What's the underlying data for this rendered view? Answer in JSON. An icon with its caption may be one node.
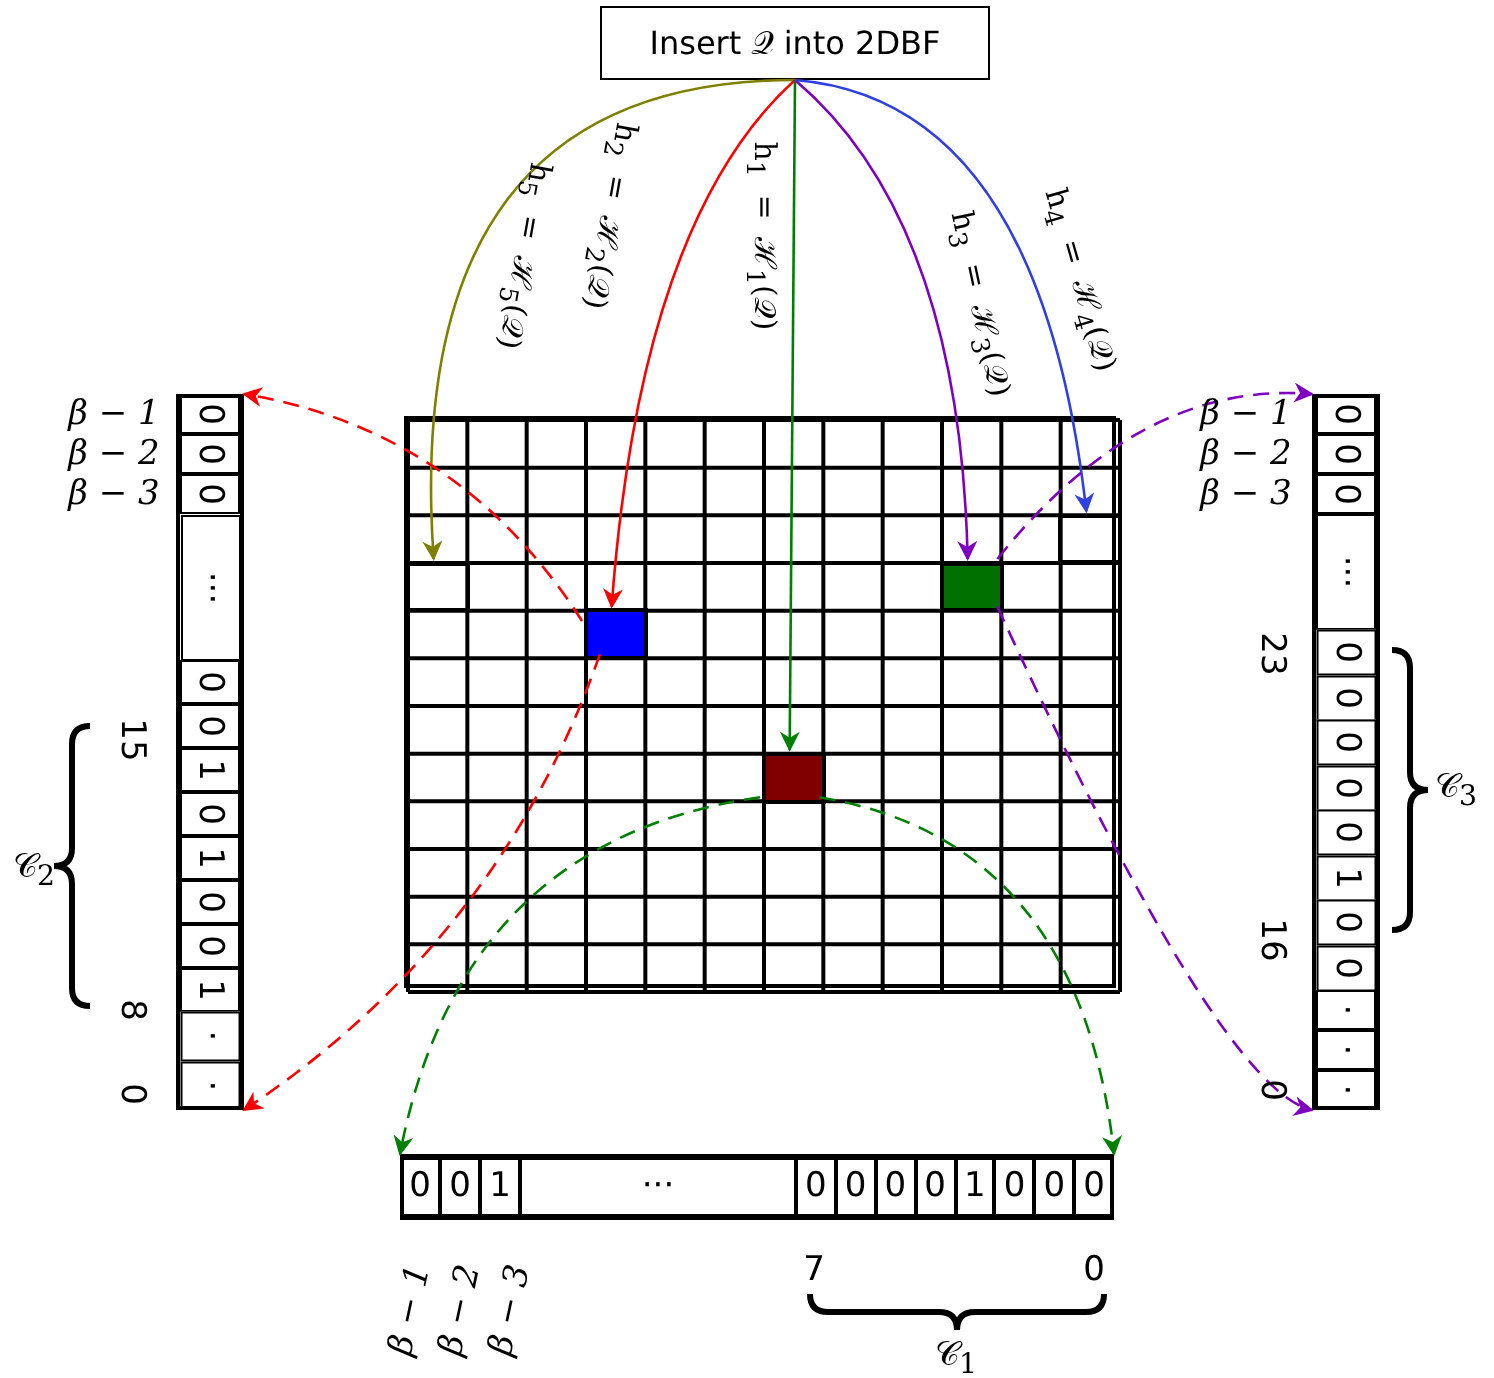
{
  "diagram": {
    "nodes": [
      {
        "text": [
          "Insert 𝒬 into 2DBF"
        ]
      },
      {
        "text": [],
        "shape": "box"
      },
      {
        "text": [],
        "shape": "box",
        "in": 1
      },
      {
        "text": [],
        "shape": "box",
        "in": 1
      },
      {
        "text": [],
        "shape": "box",
        "in": 1
      },
      {
        "text": [],
        "shape": "box",
        "in": 1
      },
      {
        "text": [],
        "shape": "box",
        "in": 1
      },
      {
        "text": [
          "0",
          "0",
          "0",
          "···",
          "0",
          "0",
          "1",
          "0",
          "1",
          "0",
          "0",
          "1",
          "·",
          "·"
        ]
      },
      {
        "text": [
          "0",
          "0",
          "0",
          "···",
          "0",
          "0",
          "0",
          "0",
          "0",
          "1",
          "0",
          "0",
          "·",
          "·",
          "·"
        ]
      },
      {
        "text": [
          "0",
          "0",
          "1",
          "···",
          "0",
          "0",
          "0",
          "0",
          "1",
          "0",
          "0",
          "0"
        ]
      }
    ],
    "edges": [
      {
        "from": 0,
        "to": 2,
        "arrow": "to",
        "label": "h$_{5}$ = ℋ$_{5}$(𝒬)",
        "color": "#808000"
      },
      {
        "from": 0,
        "to": 3,
        "arrow": "to",
        "label": "h$_{2}$ = ℋ$_{2}$(𝒬)",
        "color": "#ff0000"
      },
      {
        "from": 0,
        "to": 4,
        "arrow": "to",
        "label": "h$_{1}$ = ℋ$_{1}$(𝒬)",
        "color": "#008000"
      },
      {
        "from": 0,
        "to": 5,
        "arrow": "to",
        "label": "h$_{3}$ = ℋ$_{3}$(𝒬)",
        "color": "#8000c0"
      },
      {
        "from": 0,
        "to": 6,
        "arrow": "to",
        "label": "h$_{4}$ = ℋ$_{4}$(𝒬)",
        "color": "#3040e0"
      },
      {
        "from": 3,
        "to": 7,
        "arrow": "to",
        "style": "dashed",
        "color": "#ff0000"
      },
      {
        "from": 3,
        "to": 7,
        "arrow": "to",
        "style": "dashed",
        "color": "#ff0000"
      },
      {
        "from": 4,
        "to": 9,
        "arrow": "to",
        "style": "dashed",
        "color": "#008000"
      },
      {
        "from": 4,
        "to": 9,
        "arrow": "to",
        "style": "dashed",
        "color": "#008000"
      },
      {
        "from": 5,
        "to": 8,
        "arrow": "to",
        "style": "dashed",
        "color": "#8000c0"
      },
      {
        "from": 5,
        "to": 8,
        "arrow": "to",
        "style": "dashed",
        "color": "#8000c0"
      }
    ],
    "labels": [
      "β − 1",
      "β − 2",
      "β − 3",
      "15",
      "8",
      "0",
      "𝒞$_{2}$",
      "β − 1",
      "β − 2",
      "β − 3",
      "23",
      "16",
      "0",
      "𝒞$_{3}$",
      "β − 1",
      "β − 2",
      "β − 3",
      "7",
      "0",
      "𝒞$_{1}$"
    ]
  }
}
